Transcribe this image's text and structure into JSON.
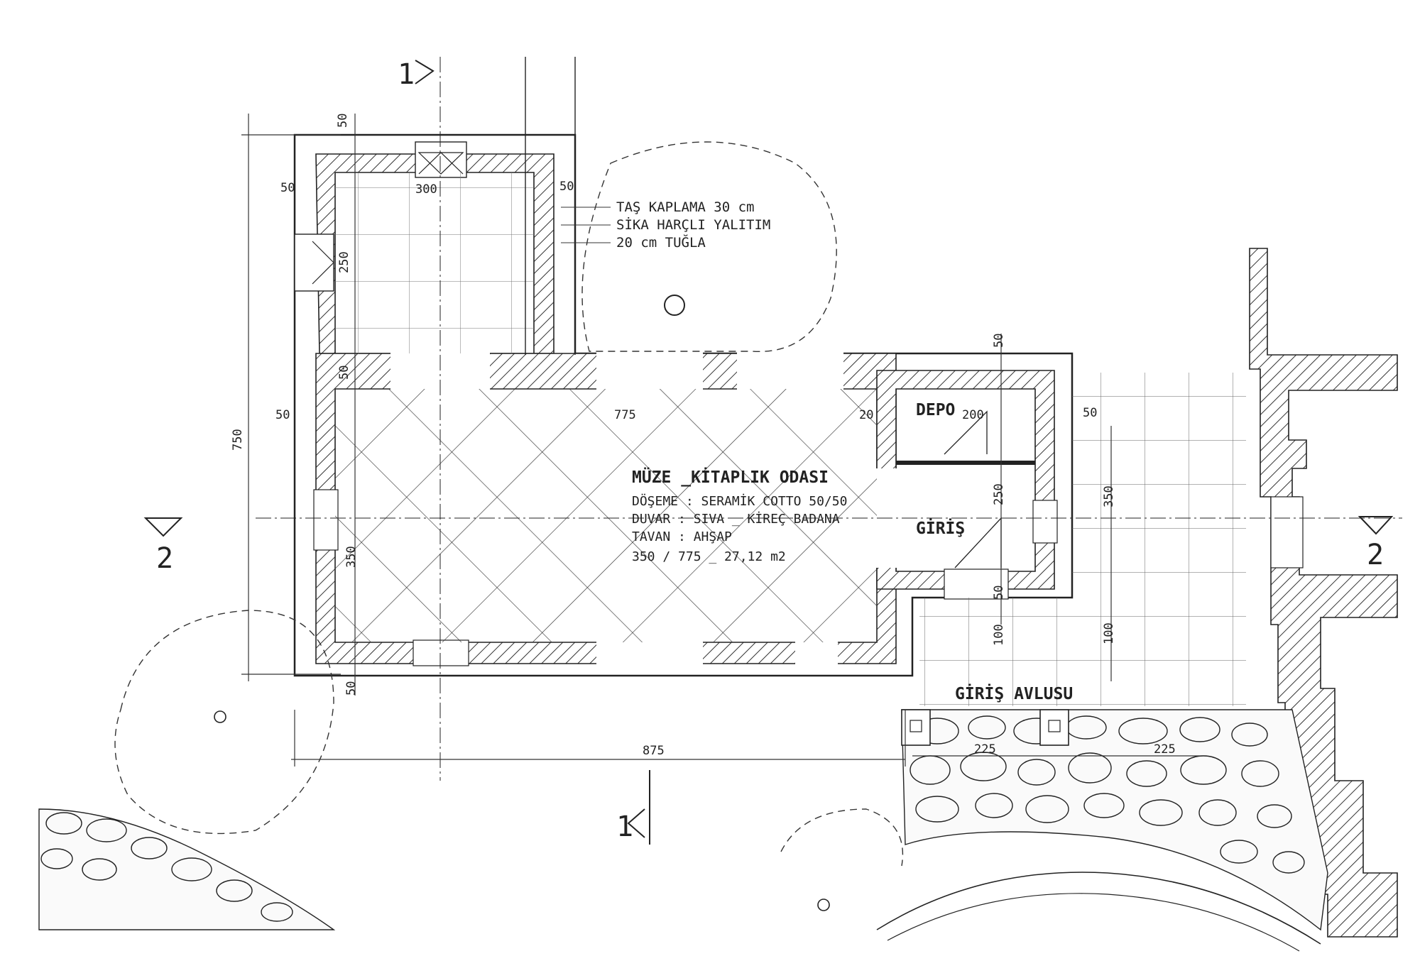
{
  "dimensions": {
    "d_top_50": "50",
    "d_left_50a": "50",
    "d_300": "300",
    "d_right_50": "50",
    "d_250_upper": "250",
    "d_50_mid_upper": "50",
    "d_750": "750",
    "d_50_left_mid": "50",
    "d_775": "775",
    "d_20": "20",
    "d_200": "200",
    "d_50_right": "50",
    "d_50_depo_top": "50",
    "d_350_left": "350",
    "d_250_giris": "250",
    "d_350_right": "350",
    "d_50_giris_bottom": "50",
    "d_100_a": "100",
    "d_100_b": "100",
    "d_50_bottom": "50",
    "d_875": "875",
    "d_225_a": "225",
    "d_225_b": "225"
  },
  "wall_notes": [
    "TAŞ KAPLAMA  30 cm",
    "SİKA HARÇLI YALITIM",
    "20 cm  TUĞLA"
  ],
  "rooms": {
    "museum": {
      "name": "MÜZE _KİTAPLIK ODASI",
      "specs": [
        "DÖŞEME : SERAMİK COTTO 50/50",
        "DUVAR   : SIVA _ KİREÇ BADANA",
        "TAVAN   : AHŞAP",
        "350 / 775 _ 27,12  m2"
      ]
    },
    "depo": "DEPO",
    "giris": "GİRİŞ",
    "giris_avlusu": "GİRİŞ AVLUSU"
  },
  "sections": {
    "s1_top": "1",
    "s1_bottom": "1",
    "s2_left": "2",
    "s2_right": "2"
  }
}
